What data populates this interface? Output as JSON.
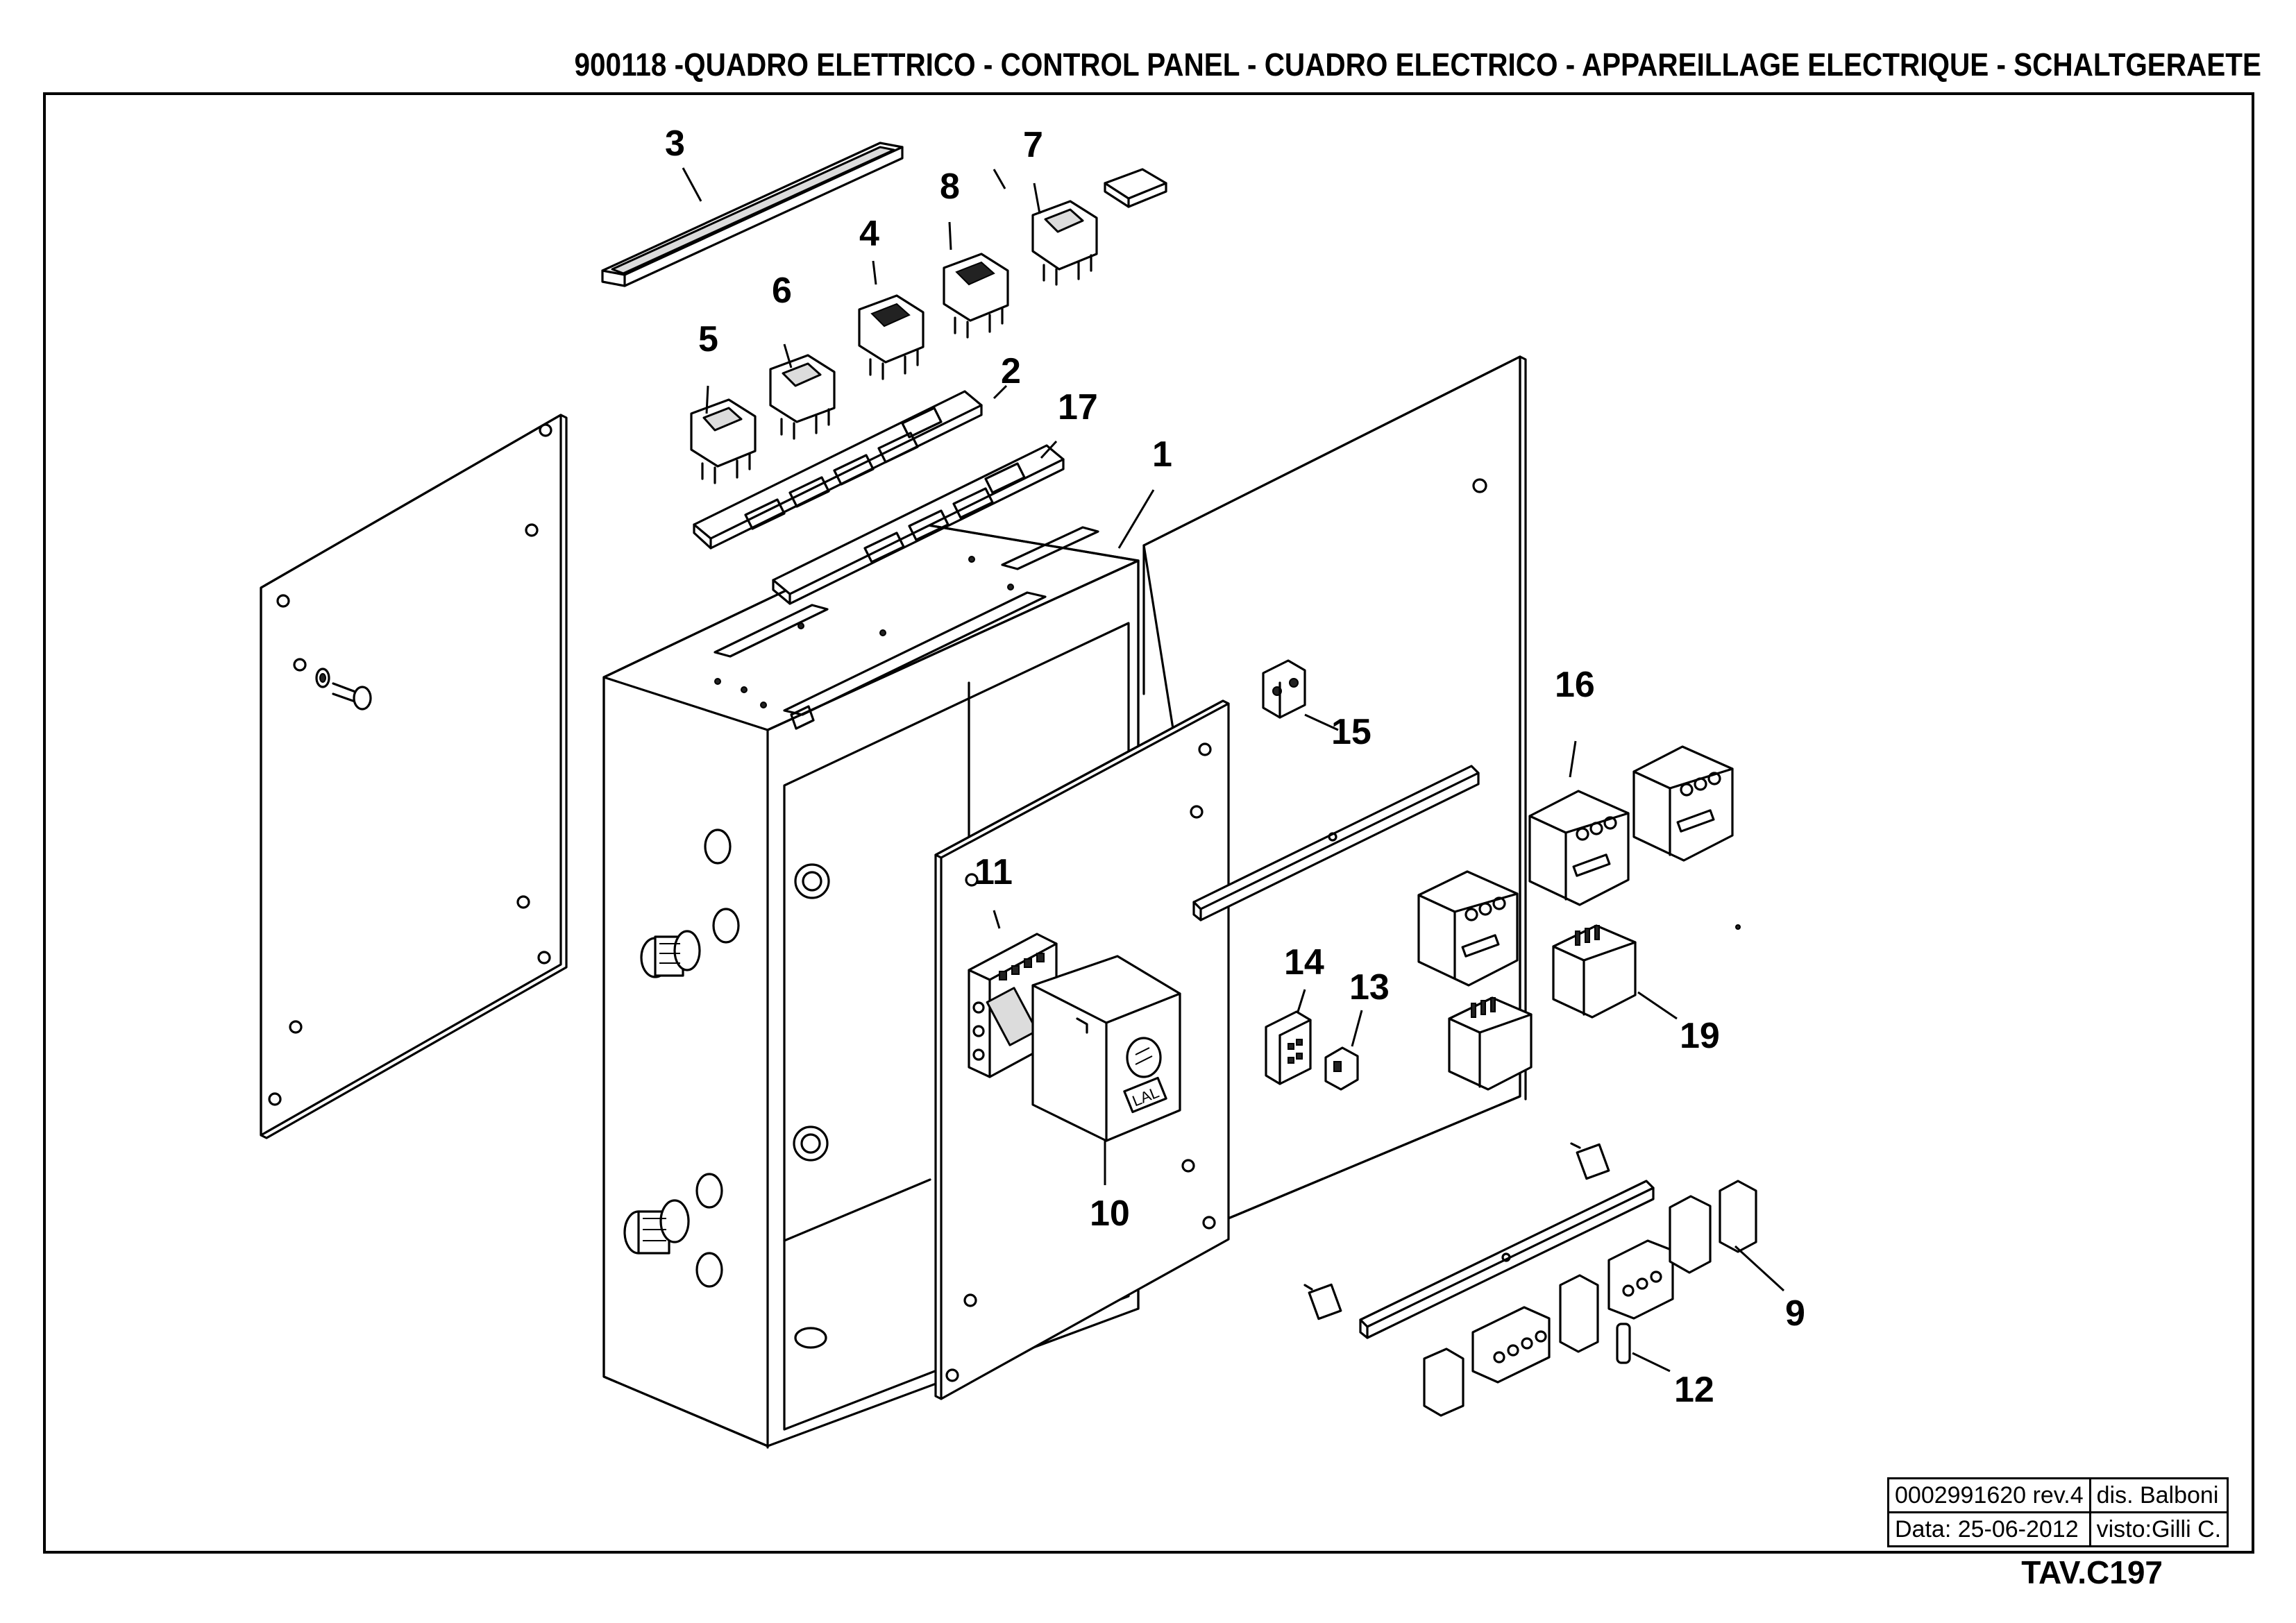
{
  "header": {
    "title": "900118 -QUADRO ELETTRICO - CONTROL PANEL - CUADRO ELECTRICO - APPAREILLAGE ELECTRIQUE - SCHALTGERAETE"
  },
  "callouts": {
    "c1": "1",
    "c2": "2",
    "c3": "3",
    "c4": "4",
    "c5": "5",
    "c6": "6",
    "c7": "7",
    "c8": "8",
    "c9": "9",
    "c10": "10",
    "c11": "11",
    "c12": "12",
    "c13": "13",
    "c14": "14",
    "c15": "15",
    "c16": "16",
    "c17": "17",
    "c19": "19"
  },
  "device_label": "LAL",
  "title_block": {
    "drawing_number": "0002991620 rev.4",
    "designer": "dis. Balboni",
    "date": "Data: 25-06-2012",
    "checked": "visto:Gilli C."
  },
  "sheet_id": "TAV.C197"
}
